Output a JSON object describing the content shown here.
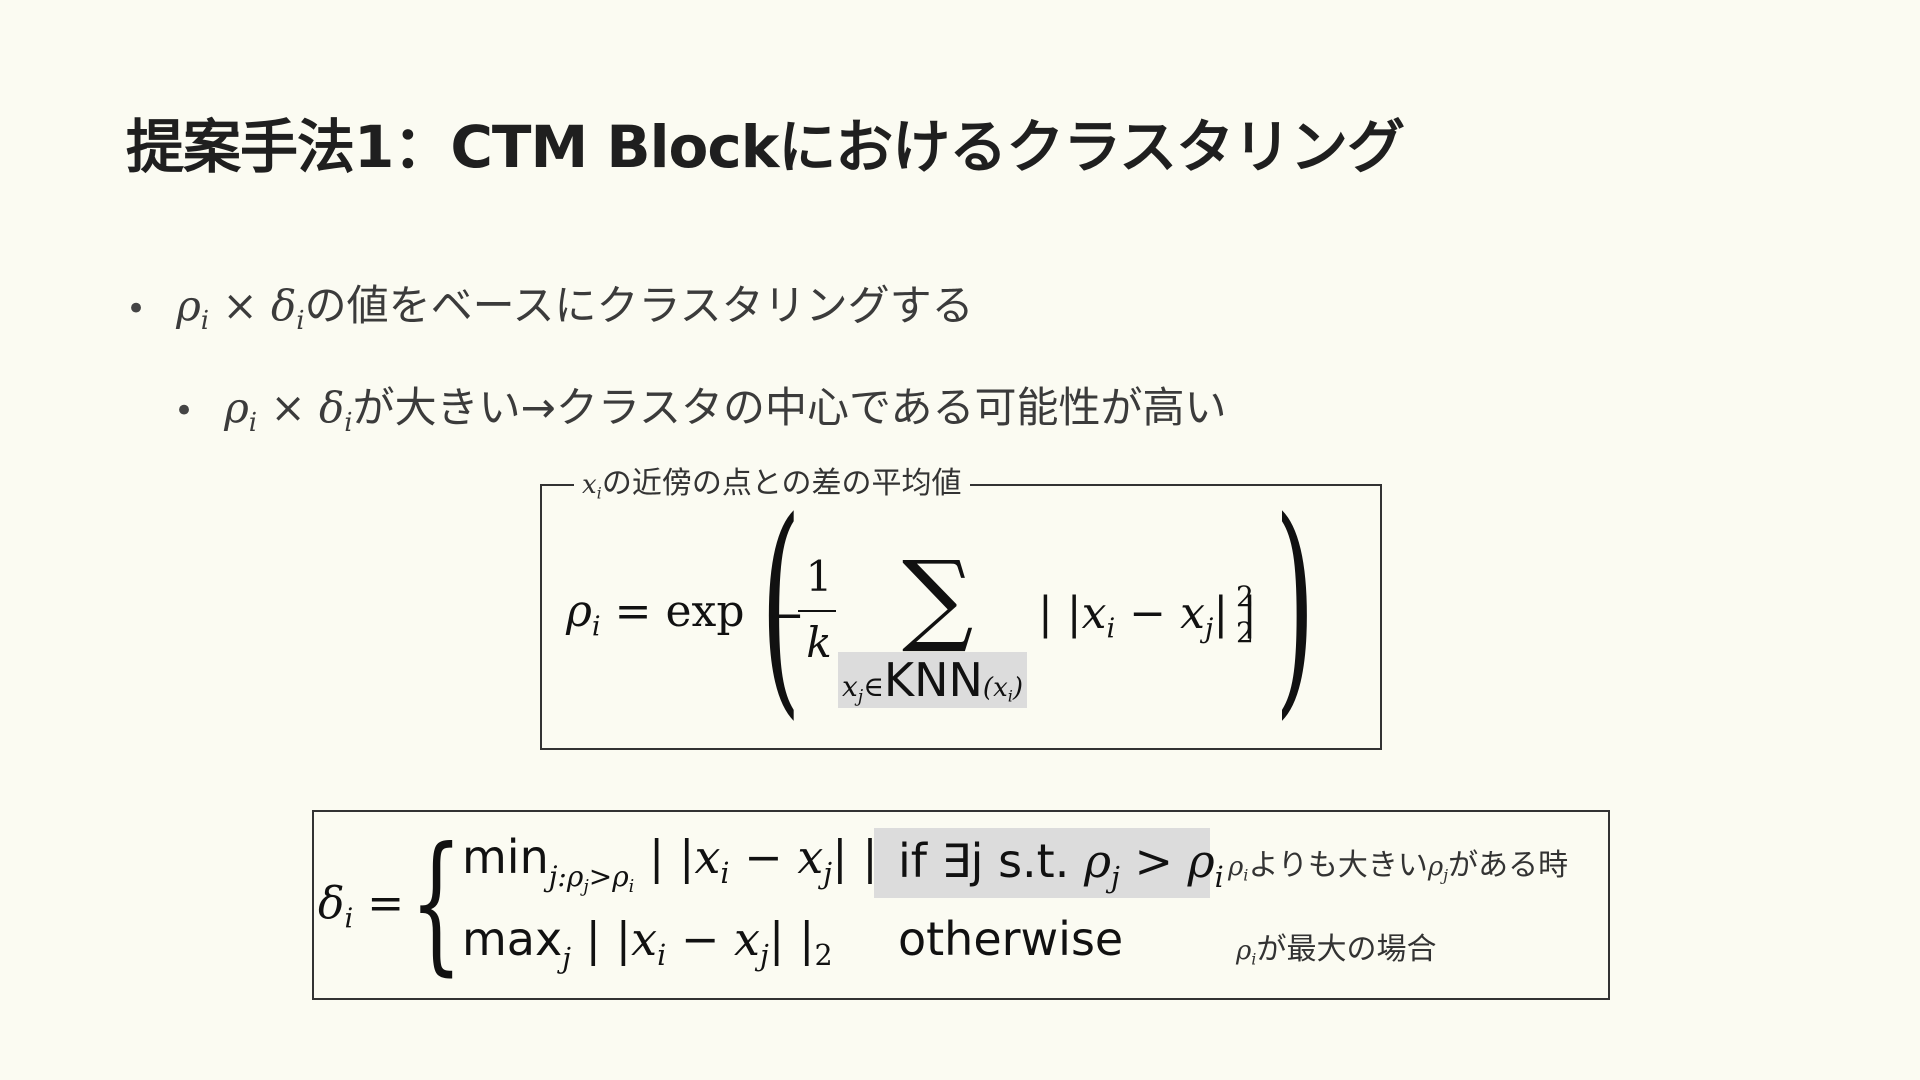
{
  "slide": {
    "title": "提案手法1：CTM Blockにおけるクラスタリング",
    "bullets": [
      {
        "text": "の値をベースにクラスタリングする"
      },
      {
        "text": "が大きい→クラスタの中心である可能性が高い"
      }
    ]
  },
  "formula_rho": {
    "label_text": "の近傍の点との差の平均値",
    "exp": "exp",
    "numerator": "1",
    "denominator": "k",
    "sum_sub_text": "KNN",
    "norm_text": "||x",
    "sub_power": "2"
  },
  "formula_delta": {
    "case1_func": "min",
    "case1_cond": "if ∃j s.t.",
    "case2_func": "max",
    "case2_cond": "otherwise",
    "note1_mid": "よりも大きい",
    "note1_end": "がある時",
    "note2_end": "が最大の場合"
  }
}
